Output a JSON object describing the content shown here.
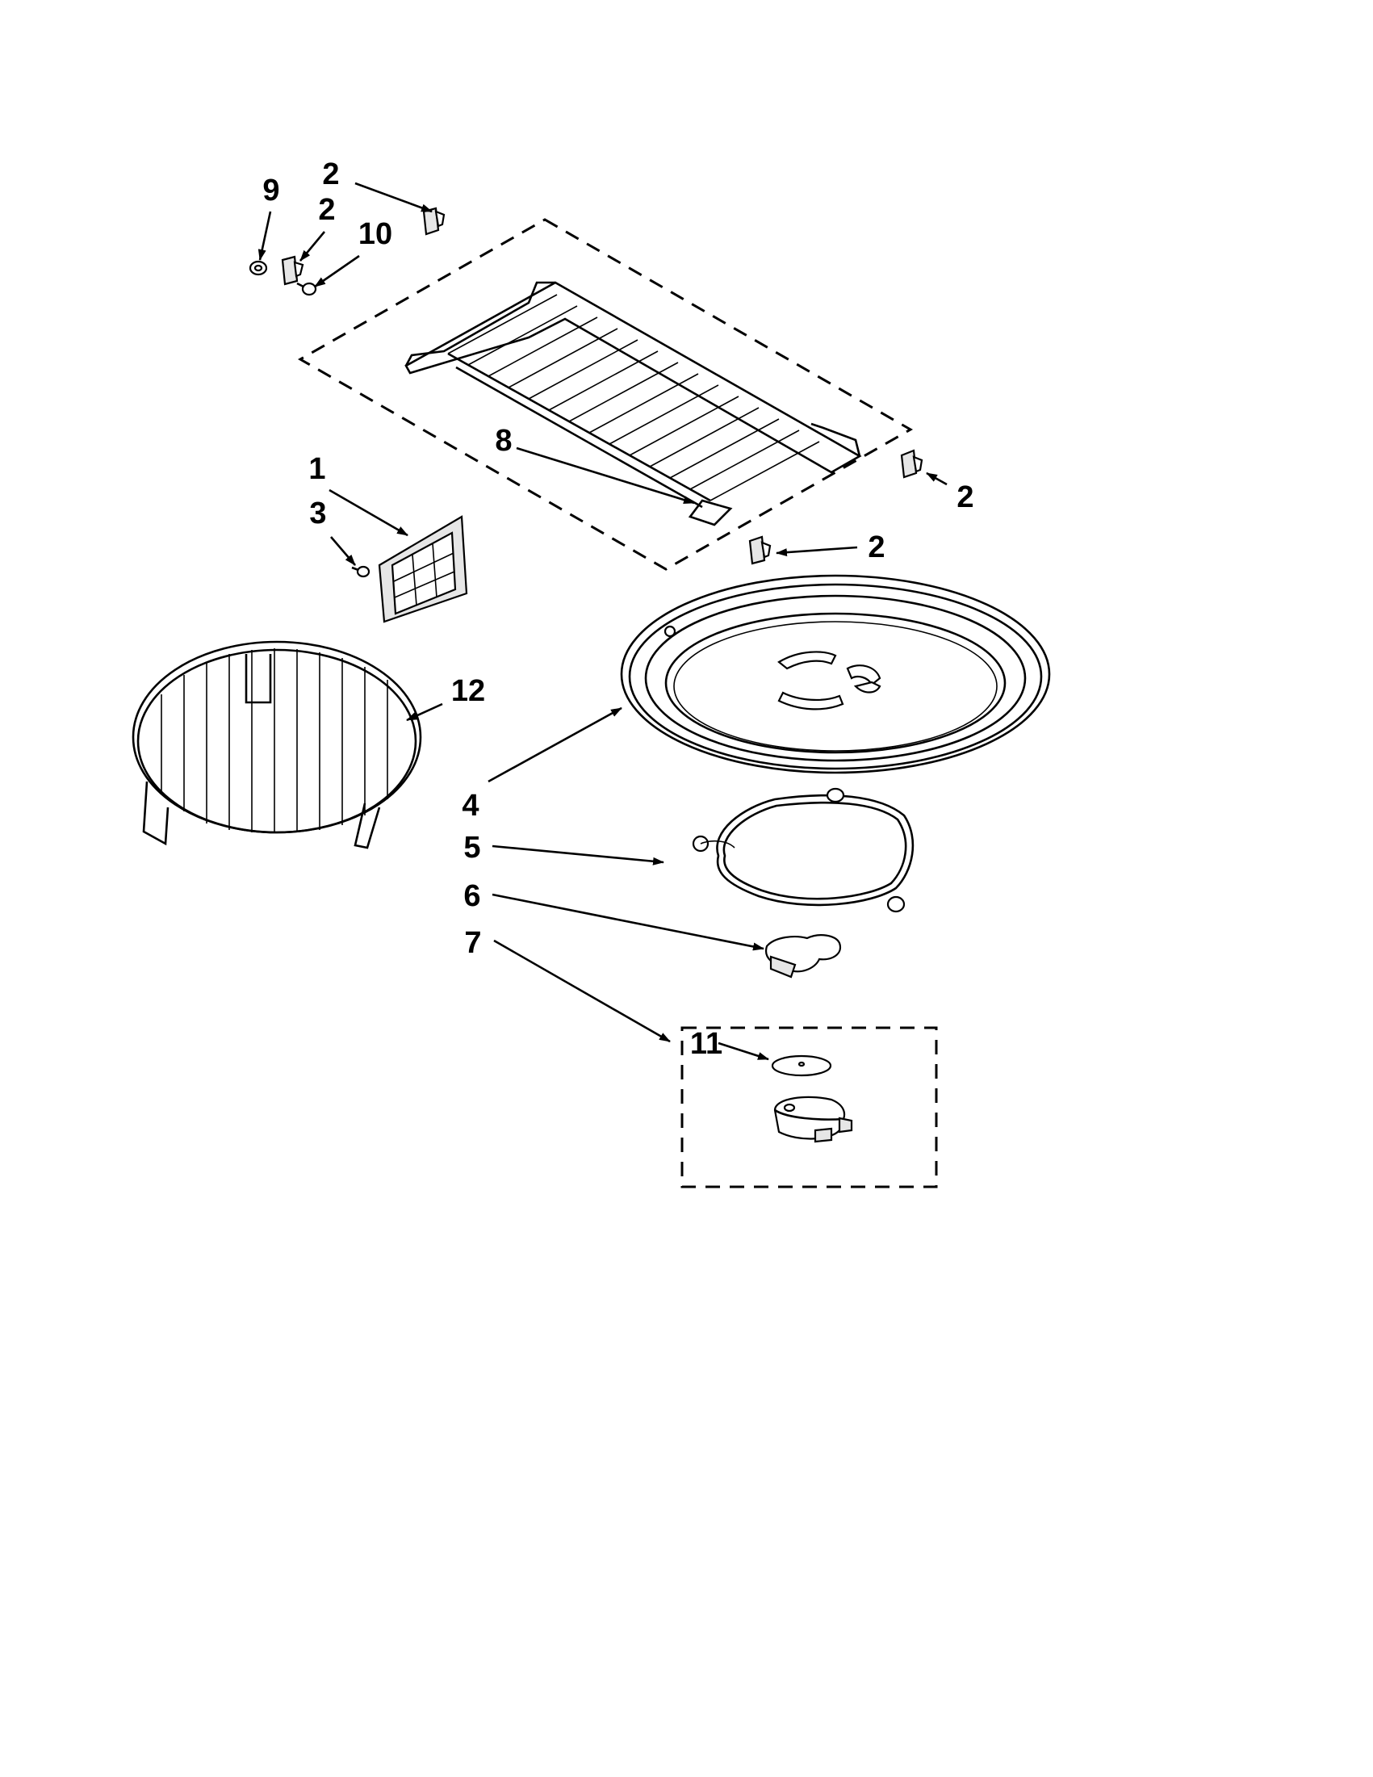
{
  "callouts": {
    "c1": "1",
    "c2a": "2",
    "c2b": "2",
    "c2c": "2",
    "c2d": "2",
    "c3": "3",
    "c4": "4",
    "c5": "5",
    "c6": "6",
    "c7": "7",
    "c8": "8",
    "c9": "9",
    "c10": "10",
    "c11": "11",
    "c12": "12"
  },
  "colors": {
    "ink": "#000000",
    "background": "#ffffff"
  }
}
